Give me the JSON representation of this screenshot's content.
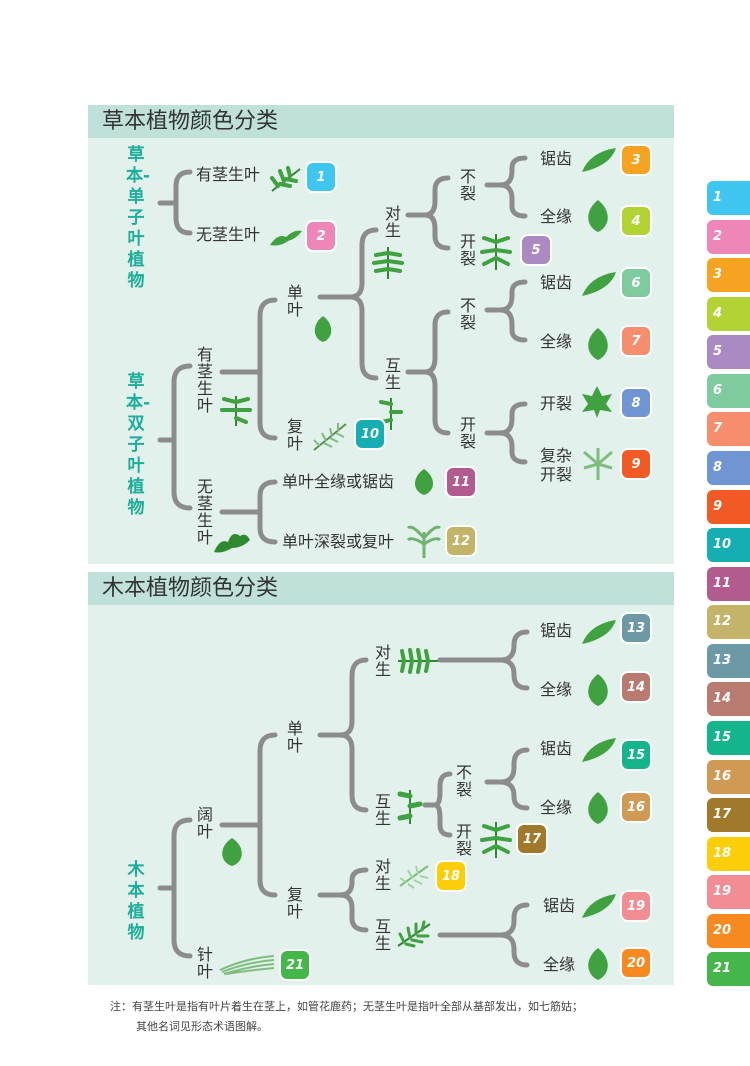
{
  "tabs": [
    {
      "label": "草本-单子叶植物",
      "color": "#1bae9a"
    },
    {
      "label": "草本-双子叶植物",
      "color": "#4db648"
    },
    {
      "label": "木本植物",
      "color": "#8e80bd"
    }
  ],
  "herb": {
    "heading": "草本植物颜色分类",
    "mono_title": "草本-单子叶植物",
    "dicot_title": "草本-双子叶植物",
    "stem_leaf": "有茎生叶",
    "no_stem_leaf": "无茎生叶",
    "dicot_stem": "有茎生叶",
    "dicot_no_stem": "无茎生叶",
    "simple": "单叶",
    "compound": "复叶",
    "opposite": "对生",
    "alternate": "互生",
    "not_split_1": "不裂",
    "split_1": "开裂",
    "not_split_2": "不裂",
    "split_2": "开裂",
    "serrate_1": "锯齿",
    "entire_1": "全缘",
    "serrate_2": "锯齿",
    "entire_2": "全缘",
    "cleft": "开裂",
    "complex_cleft": "复杂开裂",
    "simple_entire_or_serrate": "单叶全缘或锯齿",
    "simple_deep_or_compound": "单叶深裂或复叶"
  },
  "wood": {
    "heading": "木本植物颜色分类",
    "title": "木本植物",
    "broad": "阔叶",
    "needle": "针叶",
    "simple": "单叶",
    "compound": "复叶",
    "opposite_1": "对生",
    "alternate_1": "互生",
    "opposite_2": "对生",
    "alternate_2": "互生",
    "not_split": "不裂",
    "split": "开裂",
    "serrate_1": "锯齿",
    "entire_1": "全缘",
    "serrate_2": "锯齿",
    "entire_2": "全缘",
    "serrate_3": "锯齿",
    "entire_3": "全缘"
  },
  "badges": [
    {
      "n": "1",
      "color": "#3ec6f0"
    },
    {
      "n": "2",
      "color": "#ef86b8"
    },
    {
      "n": "3",
      "color": "#f6a321"
    },
    {
      "n": "4",
      "color": "#b3d334"
    },
    {
      "n": "5",
      "color": "#ab8ac3"
    },
    {
      "n": "6",
      "color": "#7fcba0"
    },
    {
      "n": "7",
      "color": "#f68e6e"
    },
    {
      "n": "8",
      "color": "#6f95d2"
    },
    {
      "n": "9",
      "color": "#f15a24"
    },
    {
      "n": "10",
      "color": "#15aeb2"
    },
    {
      "n": "11",
      "color": "#b25b8e"
    },
    {
      "n": "12",
      "color": "#c3b46a"
    },
    {
      "n": "13",
      "color": "#6d98a6"
    },
    {
      "n": "14",
      "color": "#b97a70"
    },
    {
      "n": "15",
      "color": "#14b48c"
    },
    {
      "n": "16",
      "color": "#d09a55"
    },
    {
      "n": "17",
      "color": "#a07a2a"
    },
    {
      "n": "18",
      "color": "#fcce0a"
    },
    {
      "n": "19",
      "color": "#f38d94"
    },
    {
      "n": "20",
      "color": "#f68920"
    },
    {
      "n": "21",
      "color": "#45b649"
    }
  ],
  "note": {
    "line1": "注：有茎生叶是指有叶片着生在茎上，如管花鹿药；无茎生叶是指叶全部从基部发出，如七筋姑；",
    "line2": "其他名词见形态术语图解。"
  },
  "icons": {
    "leaf": "leaf-icon",
    "sprig": "sprig-icon"
  }
}
